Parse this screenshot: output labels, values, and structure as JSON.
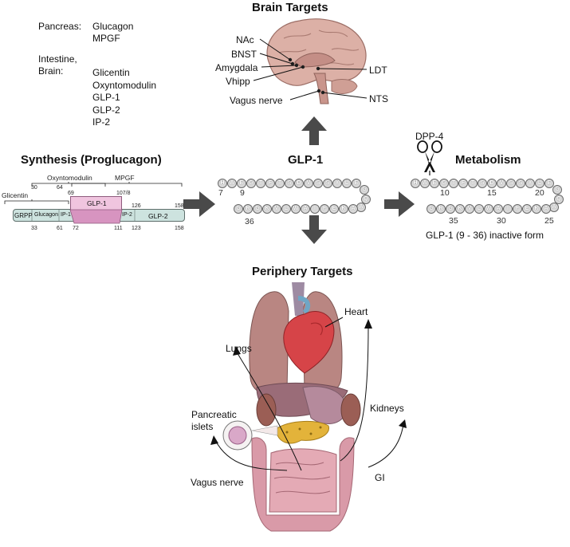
{
  "sources": {
    "pancreas_label": "Pancreas:",
    "pancreas_items": [
      "Glucagon",
      "MPGF"
    ],
    "intestine_label_line1": "Intestine,",
    "intestine_label_line2": "Brain:",
    "intestine_items": [
      "Glicentin",
      "Oxyntomodulin",
      "GLP-1",
      "GLP-2",
      "IP-2"
    ]
  },
  "brain": {
    "title": "Brain Targets",
    "labels": {
      "nac": "NAc",
      "bnst": "BNST",
      "amygdala": "Amygdala",
      "vhipp": "Vhipp",
      "vagus": "Vagus nerve",
      "ldt": "LDT",
      "nts": "NTS"
    }
  },
  "synthesis": {
    "title": "Synthesis (Proglucagon)",
    "brackets": {
      "oxyntomodulin": "Oxyntomodulin",
      "mpgf": "MPGF",
      "glicentin": "Glicentin"
    },
    "segments": {
      "grpp": "GRPP",
      "glucagon": "Glucagon",
      "ip1": "IP-1",
      "glp1": "GLP-1",
      "ip2": "IP-2",
      "glp2": "GLP-2"
    },
    "numbers_top": {
      "n30": "30",
      "n64": "64",
      "n69": "69",
      "n107": "107/8",
      "n126": "126",
      "n158": "158"
    },
    "numbers_bottom": {
      "n33": "33",
      "n61": "61",
      "n72": "72",
      "n111": "111",
      "n123": "123",
      "n158b": "158"
    }
  },
  "glp1": {
    "title": "GLP-1",
    "top_row": [
      "H",
      "A",
      "E",
      "G",
      "T",
      "F",
      "T",
      "S",
      "D",
      "V",
      "S",
      "S",
      "Y",
      "L",
      "E"
    ],
    "turn": [
      "G",
      "Q",
      "A"
    ],
    "bottom_row": [
      "G",
      "R",
      "G",
      "K",
      "V",
      "L",
      "W",
      "A",
      "I",
      "F",
      "E",
      "K",
      "A"
    ],
    "num_7": "7",
    "num_9": "9",
    "num_36": "36"
  },
  "metabolism": {
    "title": "Metabolism",
    "enzyme": "DPP-4",
    "top_row": [
      "H",
      "A",
      "E",
      "G",
      "T",
      "F",
      "T",
      "S",
      "D",
      "V",
      "S",
      "S",
      "Y",
      "L",
      "E"
    ],
    "turn": [
      "G",
      "Q",
      "A"
    ],
    "bottom_row": [
      "G",
      "R",
      "G",
      "K",
      "V",
      "L",
      "W",
      "A",
      "I",
      "F",
      "E",
      "K",
      "A"
    ],
    "nums": {
      "n10": "10",
      "n15": "15",
      "n20": "20",
      "n25": "25",
      "n30": "30",
      "n35": "35"
    },
    "caption": "GLP-1 (9 - 36) inactive form"
  },
  "periphery": {
    "title": "Periphery Targets",
    "labels": {
      "heart": "Heart",
      "lungs": "Lungs",
      "kidneys": "Kidneys",
      "pancreatic_line1": "Pancreatic",
      "pancreatic_line2": "islets",
      "vagus": "Vagus nerve",
      "gi": "GI"
    }
  },
  "colors": {
    "glp1_segment": "#e8a6cf",
    "proglucagon_bar": "#cde3df",
    "bead": "#d9d9d9",
    "arrow": "#4a4a4a",
    "brain": "#dcb0a6",
    "lung": "#b98682",
    "heart": "#d64448",
    "intestine": "#d99aa8",
    "pancreas": "#e3b33a"
  }
}
